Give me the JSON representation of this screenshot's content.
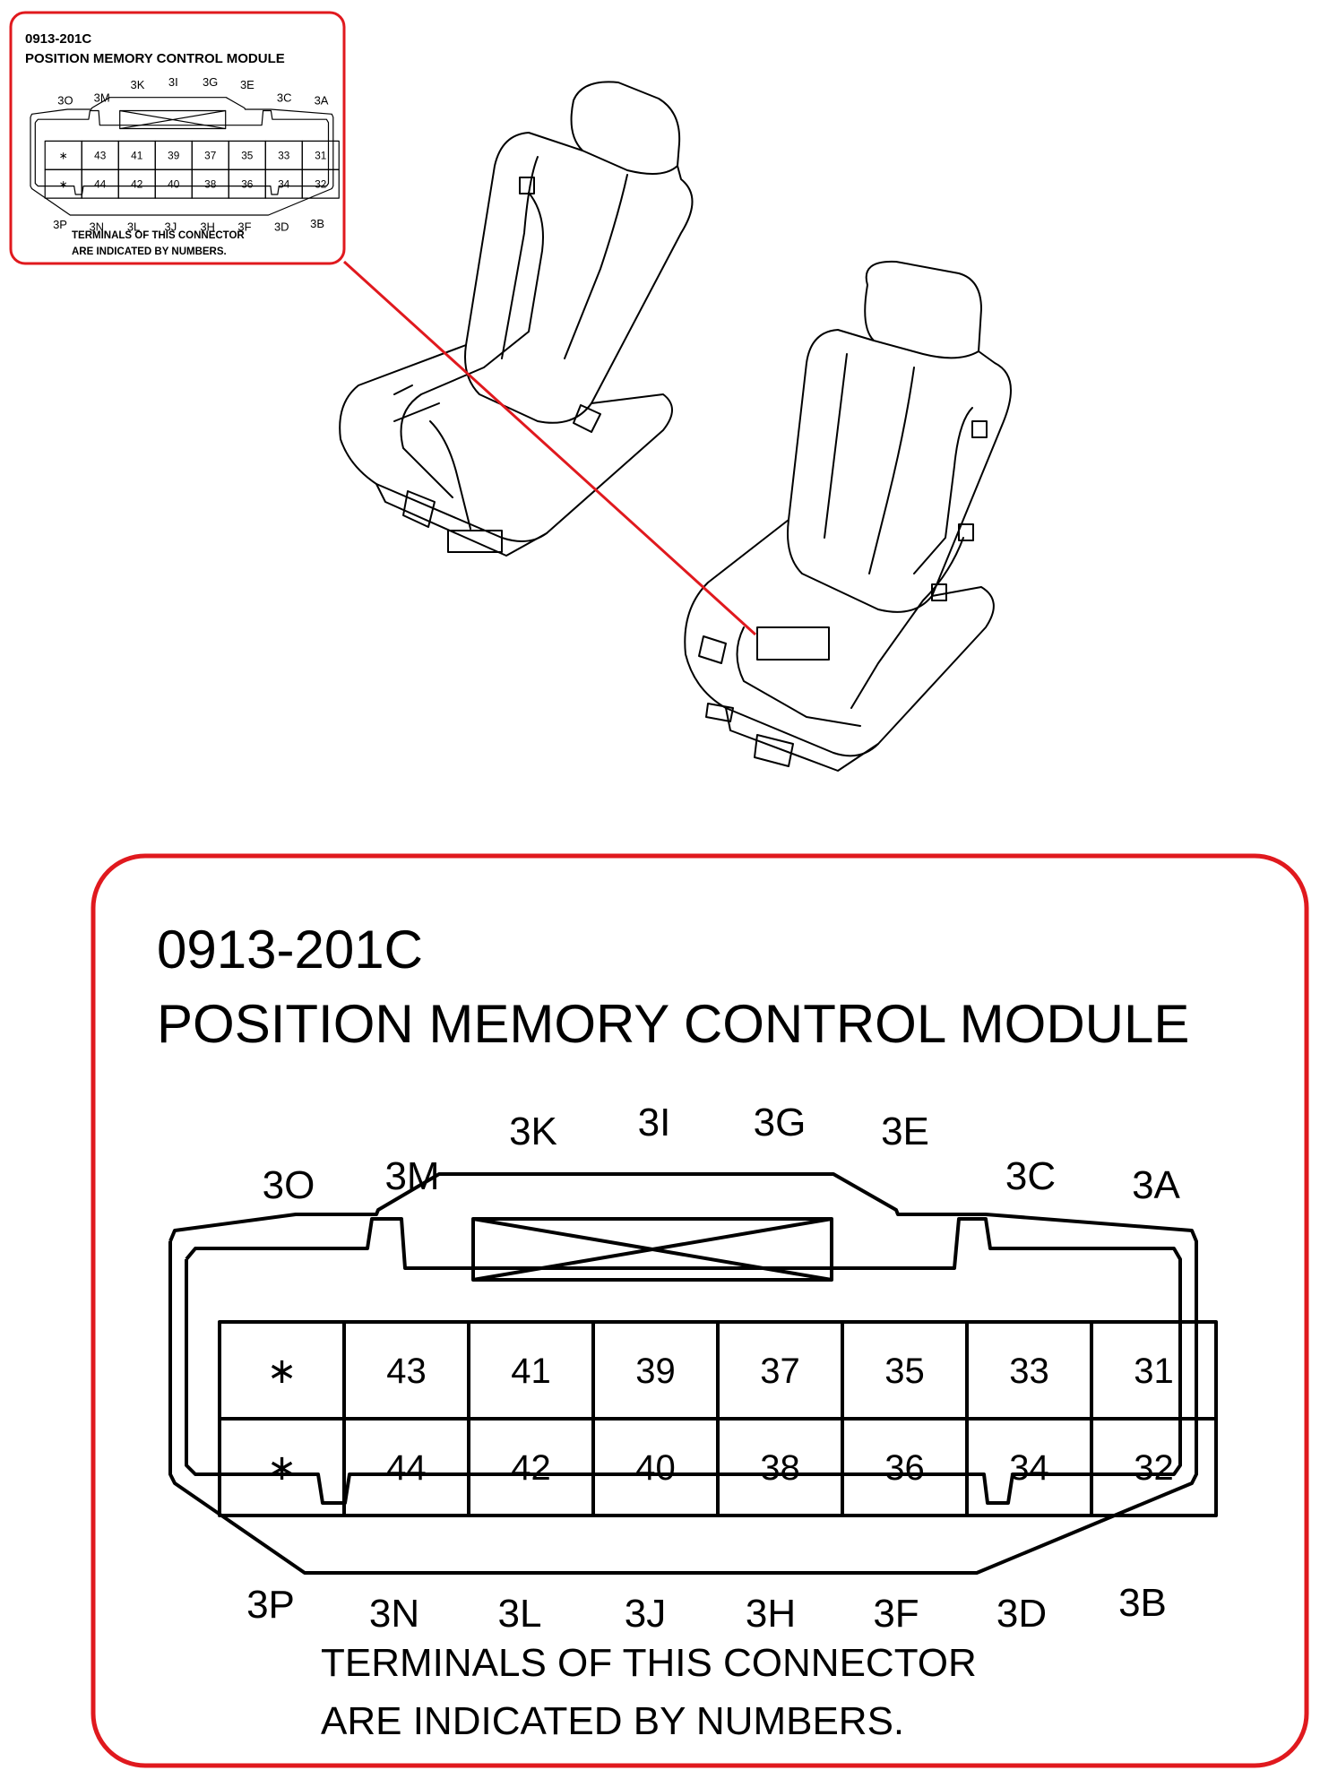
{
  "connector": {
    "code": "0913-201C",
    "name": "POSITION MEMORY CONTROL MODULE",
    "top_labels": [
      "3O",
      "3M",
      "3K",
      "3I",
      "3G",
      "3E",
      "3C",
      "3A"
    ],
    "bottom_labels": [
      "3P",
      "3N",
      "3L",
      "3J",
      "3H",
      "3F",
      "3D",
      "3B"
    ],
    "row1": [
      "∗",
      "43",
      "41",
      "39",
      "37",
      "35",
      "33",
      "31"
    ],
    "row2": [
      "∗",
      "44",
      "42",
      "40",
      "38",
      "36",
      "34",
      "32"
    ],
    "note_line1": "TERMINALS OF THIS CONNECTOR",
    "note_line2": "ARE INDICATED BY NUMBERS."
  },
  "colors": {
    "callout_border": "#e0191e",
    "leader_line": "#e0191e",
    "ink": "#000000"
  }
}
